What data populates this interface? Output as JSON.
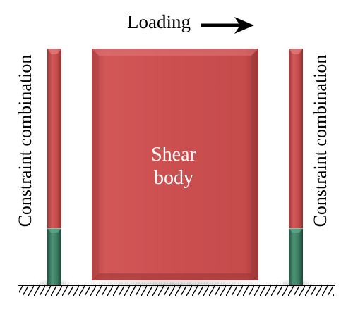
{
  "diagram": {
    "loading_label": "Loading",
    "center_label_line1": "Shear",
    "center_label_line2": "body",
    "left_label": "Constraint combination",
    "right_label": "Constraint combination"
  },
  "colors": {
    "red": "#c94c4c",
    "red_dark": "#a63c3c",
    "green": "#3b7d64",
    "green_dark": "#2c604c",
    "text_white": "#ffffff",
    "text_black": "#000000"
  }
}
